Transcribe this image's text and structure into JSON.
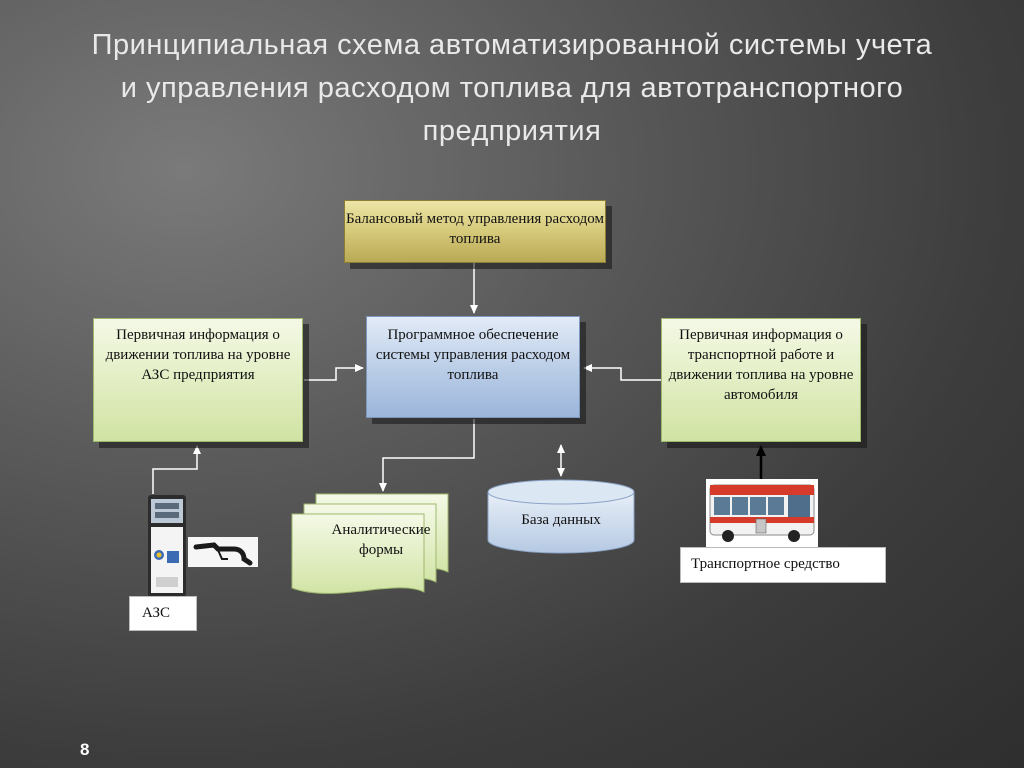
{
  "slide": {
    "title_line1": "Принципиальная схема автоматизированной системы учета",
    "title_line2": "и управления расходом топлива для автотранспортного",
    "title_line3": "предприятия",
    "page_number": "8"
  },
  "diagram": {
    "balance_method": "Балансовый метод управления расходом топлива",
    "software": "Программное обеспечение системы управления расходом топлива",
    "primary_info_station": "Первичная информация о движении топлива на уровне АЗС предприятия",
    "primary_info_vehicle": "Первичная информация о  транспортной работе и движении топлива на уровне автомобиля",
    "analytic_forms": "Аналитические формы",
    "database": "База данных",
    "station_label": "АЗС",
    "vehicle_label": "Транспортное средство"
  },
  "colors": {
    "top_box": "#d8cc7e",
    "center_box": "#b8cce6",
    "green_box": "#dfecbd",
    "database": "#c8d8ec",
    "connector": "#ffffff",
    "vehicle_arrow": "#000000"
  },
  "icons": {
    "pump": "fuel-pump-icon",
    "nozzle": "fuel-nozzle-icon",
    "bus": "bus-icon",
    "database": "database-cylinder-icon",
    "documents": "document-stack-icon"
  }
}
